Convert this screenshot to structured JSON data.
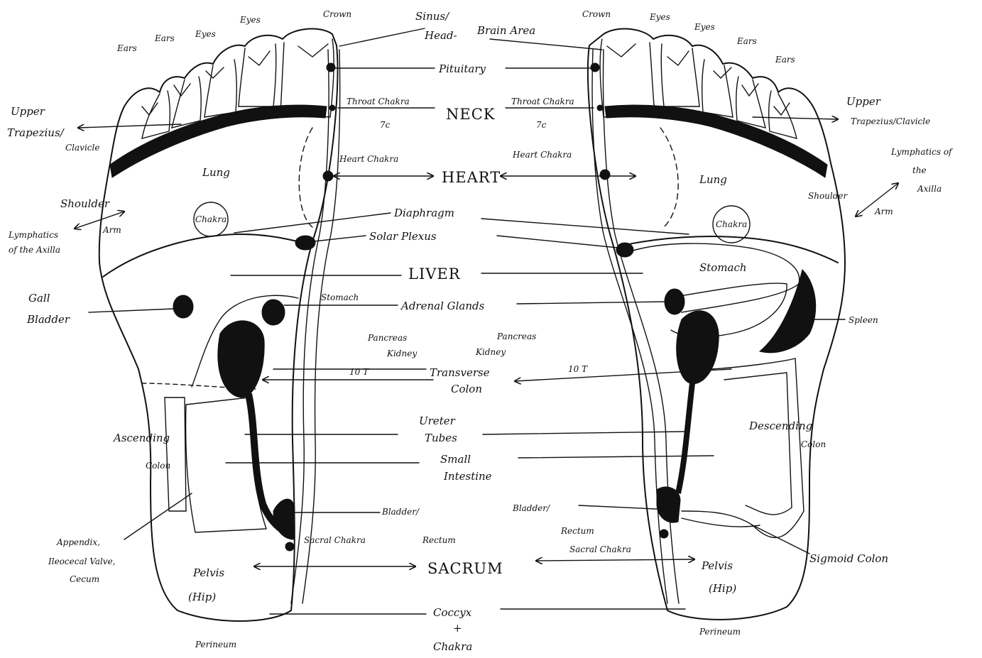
{
  "diagram": {
    "center_labels": {
      "sinus": "Sinus/",
      "head": "Head-",
      "brain": "Brain Area",
      "pituitary": "Pituitary",
      "neck": "NECK",
      "heart": "HEART",
      "diaphragm": "Diaphragm",
      "solar_plexus": "Solar Plexus",
      "liver": "LIVER",
      "adrenal": "Adrenal Glands",
      "transverse": "Transverse",
      "colon": "Colon",
      "ureter": "Ureter",
      "tubes": "Tubes",
      "small": "Small",
      "intestine": "Intestine",
      "sacrum": "SACRUM",
      "coccyx": "Coccyx",
      "plus": "+",
      "chakra": "Chakra"
    },
    "left_foot": {
      "crown": "Crown",
      "eyes1": "Eyes",
      "eyes2": "Eyes",
      "ears1": "Ears",
      "ears2": "Ears",
      "upper": "Upper",
      "trapezius": "Trapezius/",
      "clavicle": "Clavicle",
      "throat_chakra": "Throat Chakra",
      "seven_c": "7c",
      "heart_chakra": "Heart Chakra",
      "lung": "Lung",
      "chakra": "Chakra",
      "shoulder": "Shoulder",
      "arm": "Arm",
      "lymph1": "Lymphatics",
      "lymph2": "of the Axilla",
      "gall1": "Gall",
      "gall2": "Bladder",
      "stomach": "Stomach",
      "pancreas": "Pancreas",
      "kidney": "Kidney",
      "ten_t": "10 T",
      "ascending": "Ascending",
      "colon": "Colon",
      "appendix1": "Appendix,",
      "appendix2": "Ileocecal Valve,",
      "appendix3": "Cecum",
      "bladder": "Bladder/",
      "rectum": "Rectum",
      "sacral": "Sacral Chakra",
      "pelvis": "Pelvis",
      "hip": "(Hip)",
      "perineum": "Perineum"
    },
    "right_foot": {
      "crown": "Crown",
      "eyes1": "Eyes",
      "eyes2": "Eyes",
      "ears1": "Ears",
      "ears2": "Ears",
      "upper": "Upper",
      "trapezius": "Trapezius/Clavicle",
      "throat_chakra": "Throat Chakra",
      "seven_c": "7c",
      "heart_chakra": "Heart Chakra",
      "lung": "Lung",
      "chakra": "Chakra",
      "lymph1": "Lymphatics of",
      "lymph2": "the",
      "lymph3": "Axilla",
      "shoulder": "Shoulder",
      "arm": "Arm",
      "stomach": "Stomach",
      "spleen": "Spleen",
      "pancreas": "Pancreas",
      "kidney": "Kidney",
      "ten_t": "10 T",
      "descending": "Descending",
      "colon": "Colon",
      "bladder": "Bladder/",
      "rectum": "Rectum",
      "sacral": "Sacral Chakra",
      "sigmoid": "Sigmoid Colon",
      "pelvis": "Pelvis",
      "hip": "(Hip)",
      "perineum": "Perineum"
    }
  }
}
